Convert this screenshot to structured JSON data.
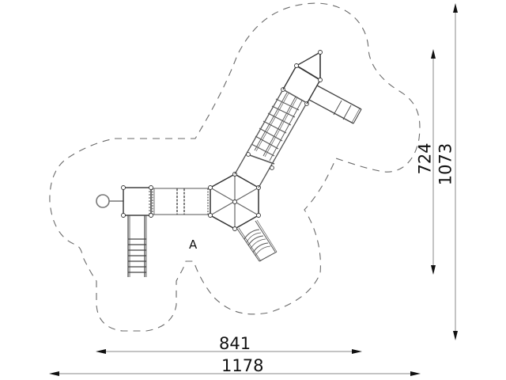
{
  "drawing": {
    "type": "playground equipment plan view",
    "zone_label": "A",
    "safety_zone": {
      "style": "dashed",
      "color": "#6a6a6a"
    },
    "structure_color": "#333333"
  },
  "dimensions": {
    "width_inner": {
      "value": "841",
      "orientation": "horizontal"
    },
    "width_outer": {
      "value": "1178",
      "orientation": "horizontal"
    },
    "height_inner": {
      "value": "724",
      "orientation": "vertical"
    },
    "height_outer": {
      "value": "1073",
      "orientation": "vertical"
    }
  },
  "components": [
    {
      "name": "steering-wheel"
    },
    {
      "name": "square-platform"
    },
    {
      "name": "straight-ladder"
    },
    {
      "name": "tunnel-bridge"
    },
    {
      "name": "hexagonal-platform"
    },
    {
      "name": "curved-rung-ladder"
    },
    {
      "name": "net-bridge"
    },
    {
      "name": "upper-platform"
    },
    {
      "name": "triangular-roof-panel"
    },
    {
      "name": "slide"
    }
  ]
}
